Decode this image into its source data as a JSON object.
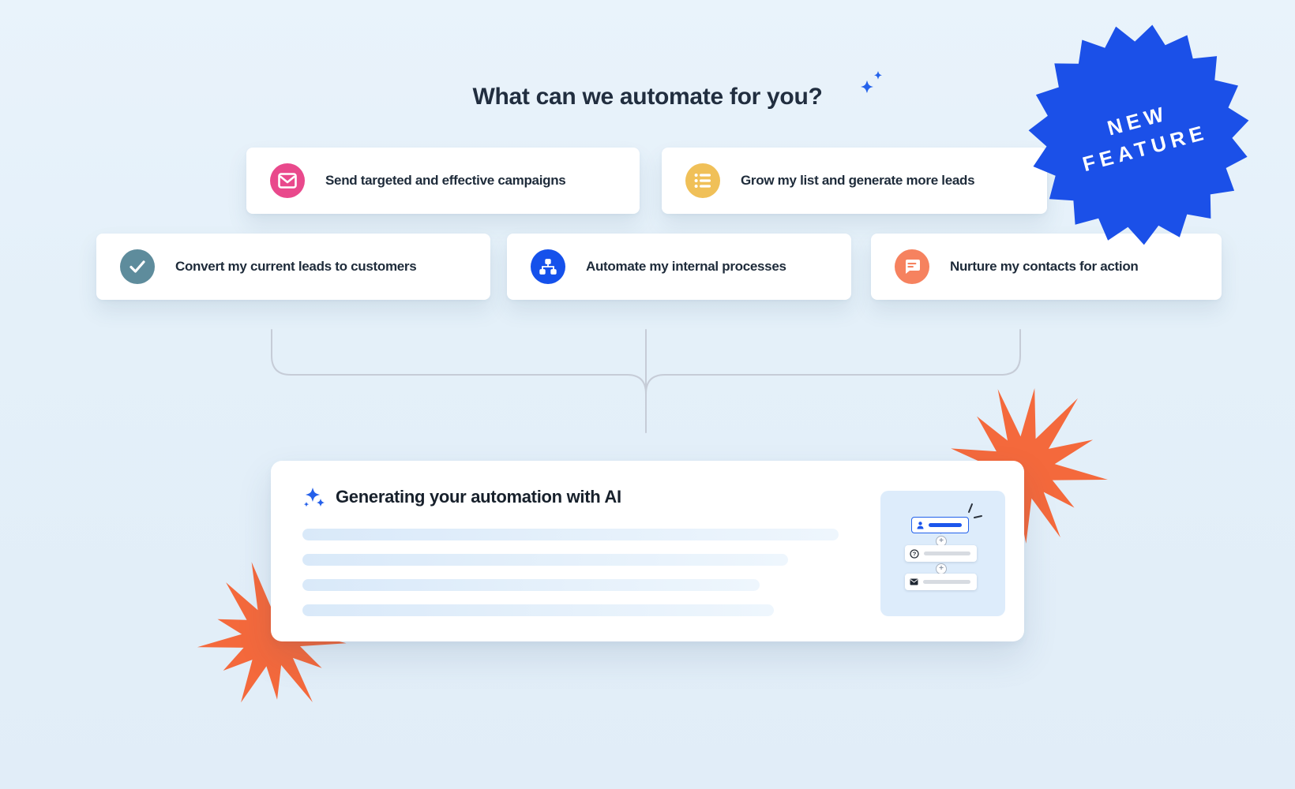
{
  "header": {
    "title": "What can we automate for you?",
    "sparkles_icon": "ai-sparkles-icon",
    "sparkle_color": "#2563eb"
  },
  "badge": {
    "line1": "NEW",
    "line2": "FEATURE",
    "background_color": "#1b50e8",
    "text_color": "#ffffff"
  },
  "options": [
    {
      "label": "Send targeted and effective campaigns",
      "icon": "envelope-icon",
      "icon_color": "#e9498c"
    },
    {
      "label": "Grow my list and generate more leads",
      "icon": "list-icon",
      "icon_color": "#f0c058"
    },
    {
      "label": "Convert my current leads to customers",
      "icon": "check-icon",
      "icon_color": "#5e8c9c"
    },
    {
      "label": "Automate my internal processes",
      "icon": "sitemap-icon",
      "icon_color": "#1551eb"
    },
    {
      "label": "Nurture my contacts for action",
      "icon": "chat-icon",
      "icon_color": "#f6825f"
    }
  ],
  "generator": {
    "title": "Generating your automation with AI",
    "sparkles_icon": "ai-sparkles-icon",
    "skeleton_bar_count": 4,
    "flow_illustration": {
      "steps": [
        {
          "icon": "person-icon",
          "state": "selected"
        },
        {
          "icon": "question-icon",
          "state": "default"
        },
        {
          "icon": "envelope-icon",
          "state": "default"
        }
      ],
      "connector_icon": "add-step-icon",
      "cursor_icon": "click-cursor-icon"
    }
  },
  "decor": {
    "starburst_color": "#f4693c",
    "connector_color": "#c6ccd7",
    "plus_symbol": "+"
  }
}
